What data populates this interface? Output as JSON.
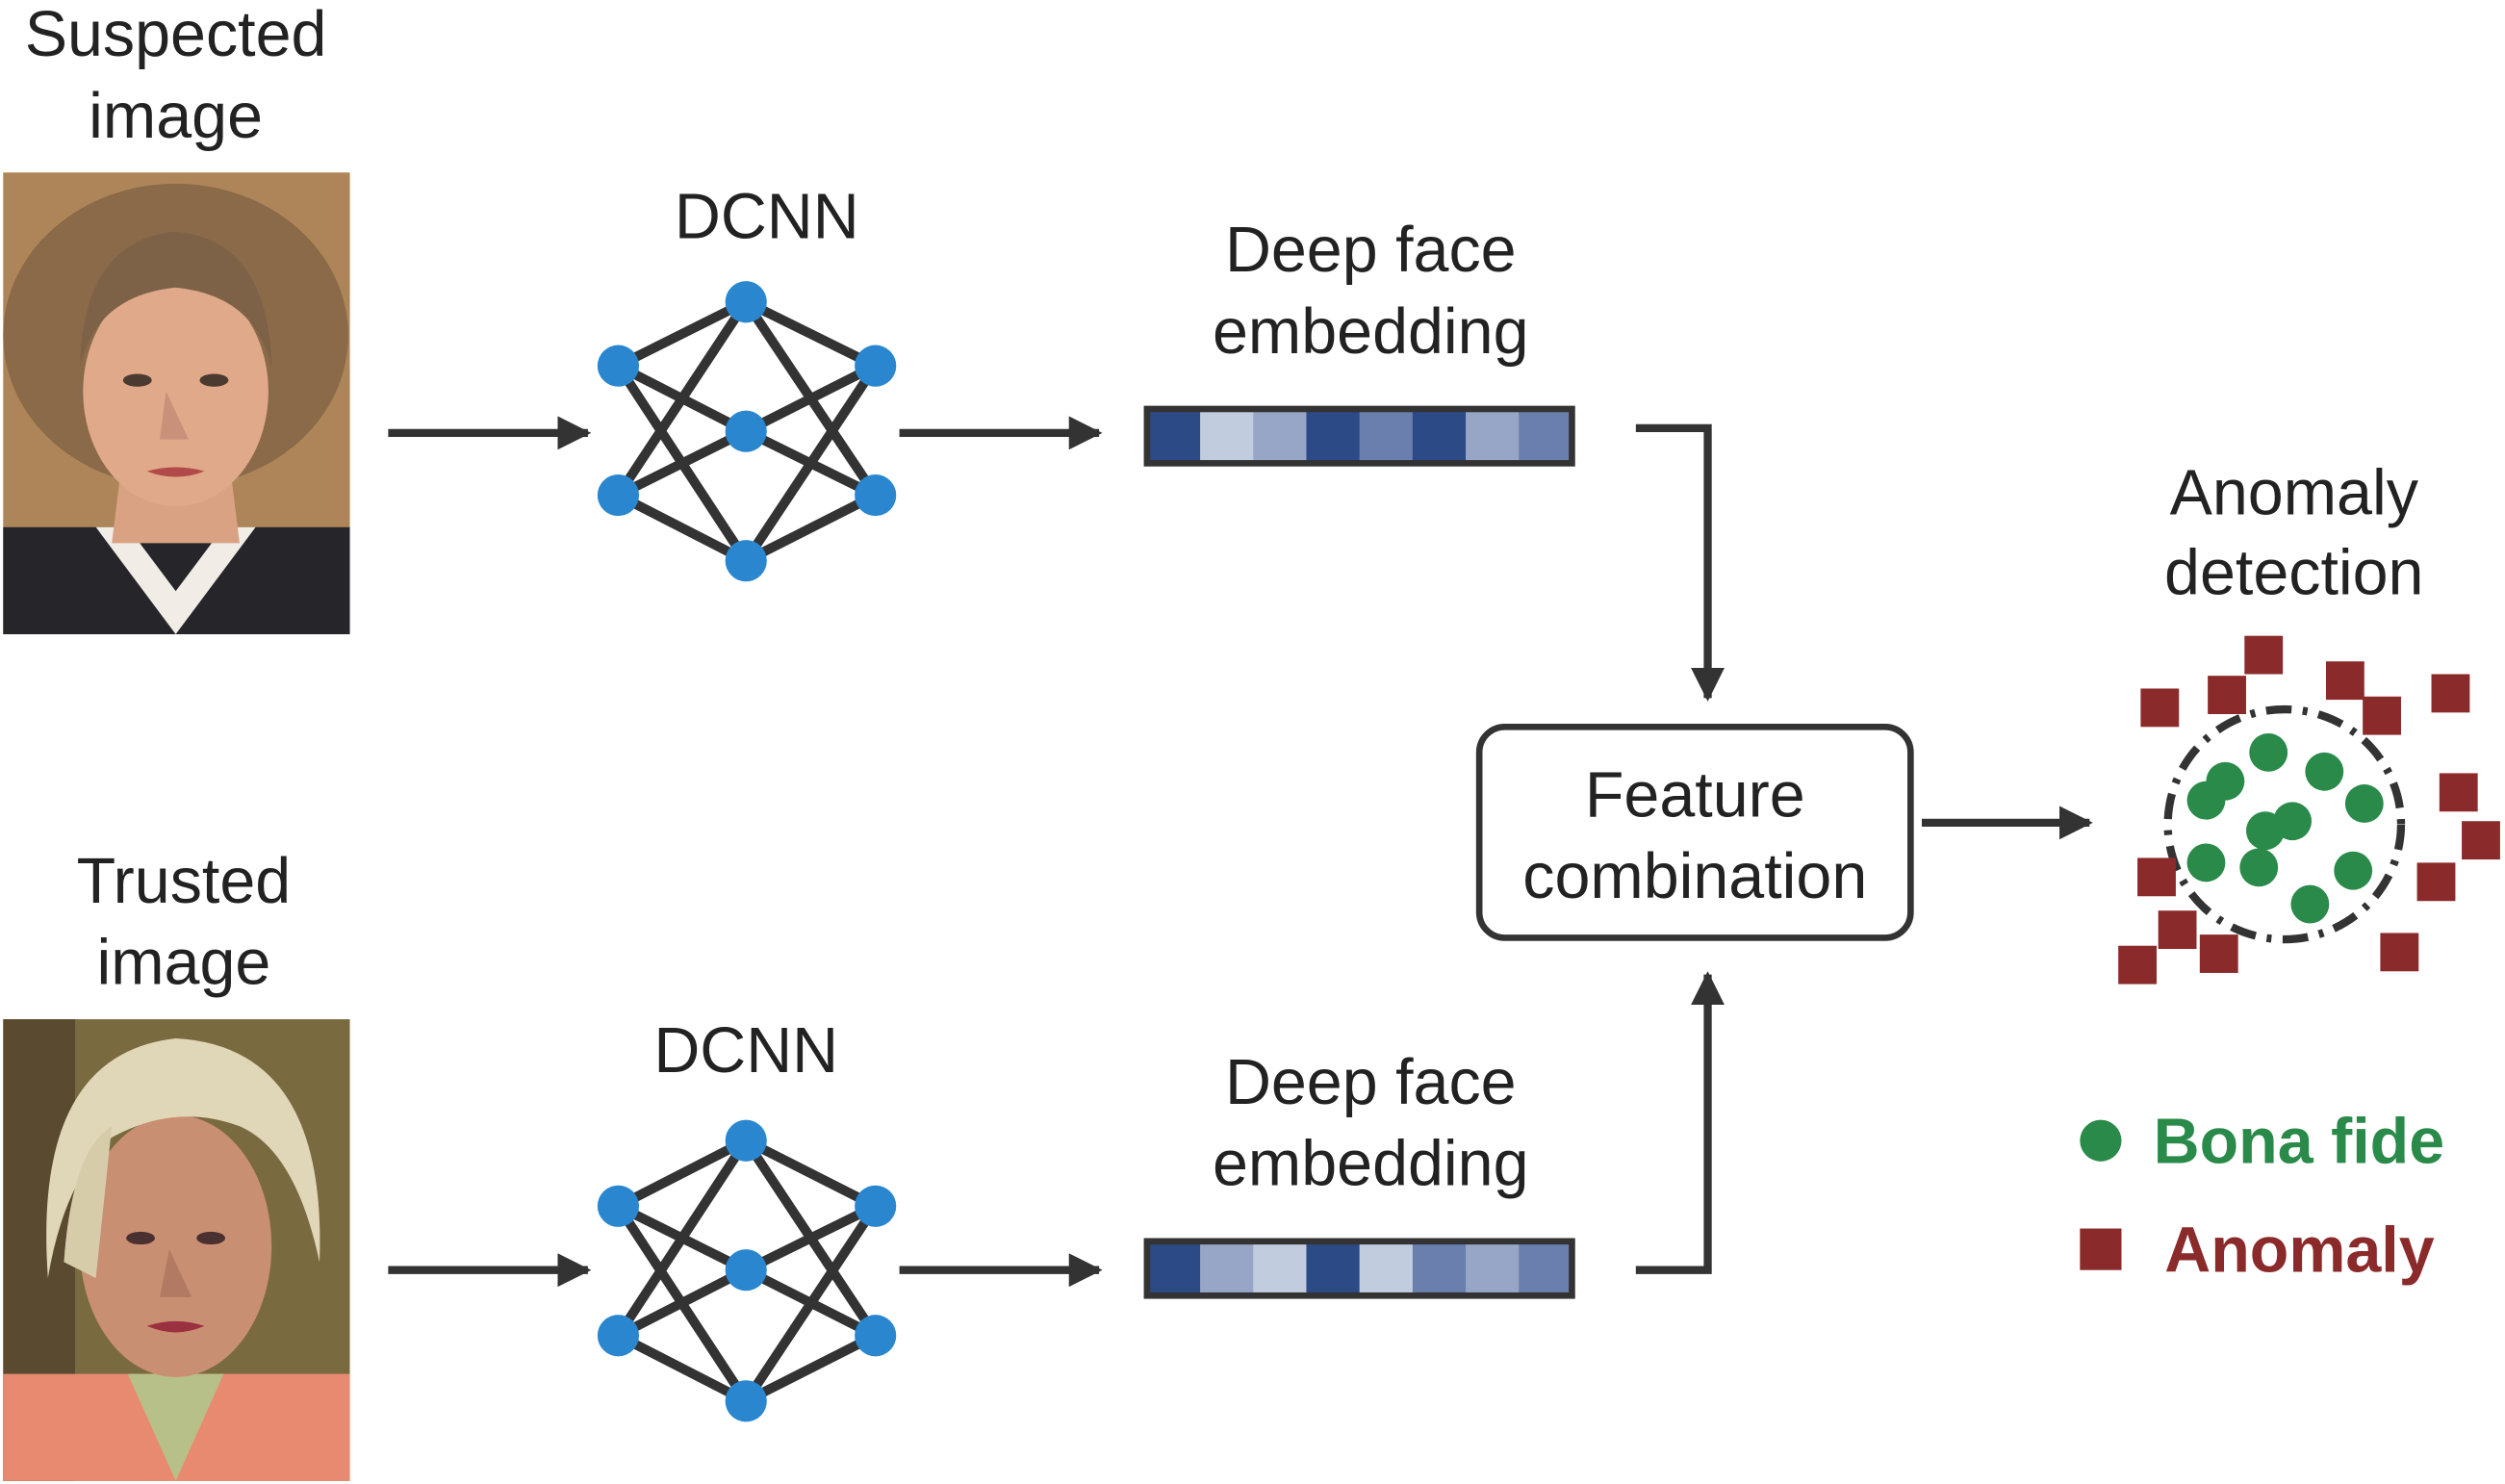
{
  "inputs": {
    "suspected": {
      "label_line1": "Suspected",
      "label_line2": "image"
    },
    "trusted": {
      "label_line1": "Trusted",
      "label_line2": "image"
    }
  },
  "dcnn": {
    "top_label": "DCNN",
    "bottom_label": "DCNN"
  },
  "embedding": {
    "top": {
      "label_line1": "Deep face",
      "label_line2": "embedding",
      "cells": [
        "#2c4a86",
        "#c2ccdf",
        "#97a6c7",
        "#2c4a86",
        "#6a7fae",
        "#2c4a86",
        "#97a6c7",
        "#6a7fae"
      ]
    },
    "bottom": {
      "label_line1": "Deep face",
      "label_line2": "embedding",
      "cells": [
        "#2c4a86",
        "#97a6c7",
        "#c2ccdf",
        "#2c4a86",
        "#c2ccdf",
        "#6a7fae",
        "#97a6c7",
        "#6a7fae"
      ]
    }
  },
  "feature_box": {
    "line1": "Feature",
    "line2": "combination"
  },
  "anomaly": {
    "title_line1": "Anomaly",
    "title_line2": "detection"
  },
  "legend": {
    "bona_fide": {
      "label": "Bona fide",
      "color": "#2a8a4a"
    },
    "anomaly": {
      "label": "Anomaly",
      "color": "#8b2a2a"
    }
  },
  "colors": {
    "node": "#2a87cf",
    "arrow": "#333333"
  }
}
